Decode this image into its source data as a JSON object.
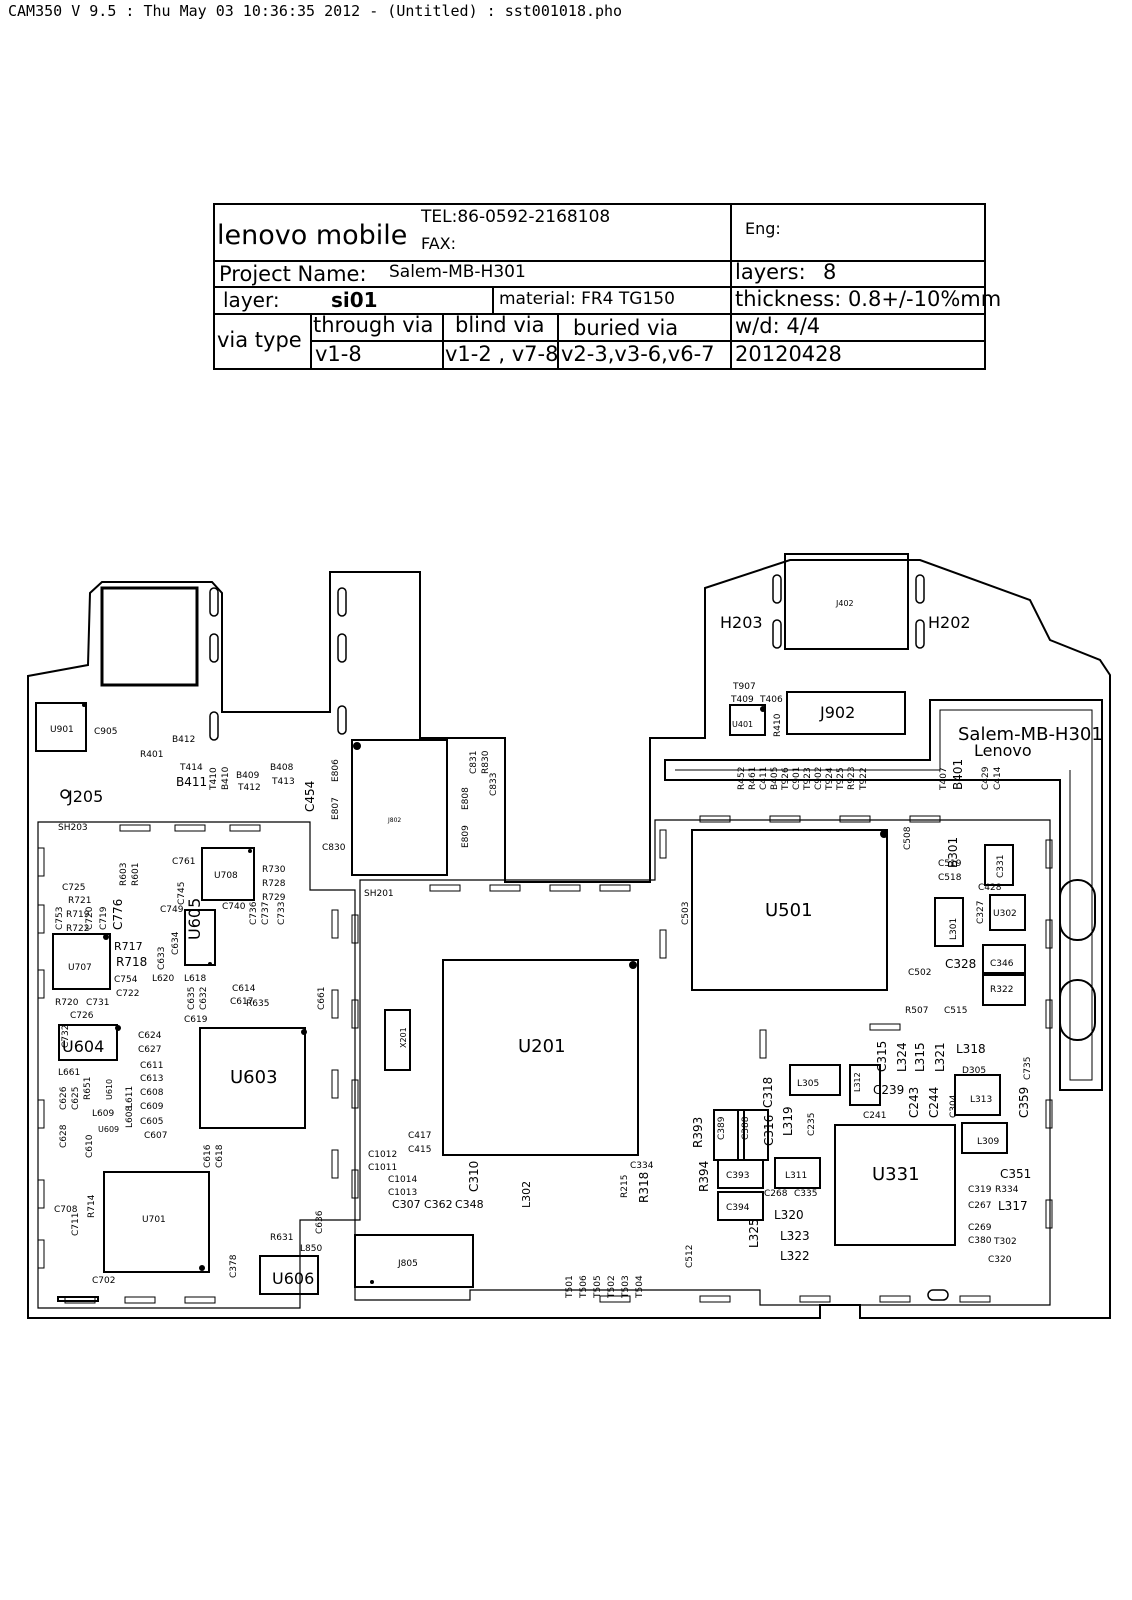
{
  "header": "CAM350 V 9.5 : Thu May 03 10:36:35 2012 - (Untitled) : sst001018.pho",
  "title_block": {
    "company": "lenovo mobile",
    "tel": "TEL:86-0592-2168108",
    "fax": "FAX:",
    "eng": "Eng:",
    "project_label": "Project Name:",
    "project_value": "Salem-MB-H301",
    "layers_label": "layers:",
    "layers_value": "8",
    "layer_label": "layer:",
    "layer_value": "si01",
    "material": "material: FR4 TG150",
    "thickness": "thickness: 0.8+/-10%mm",
    "via_type": "via type",
    "through_via": "through via",
    "blind_via": "blind via",
    "buried_via": "buried via",
    "wd": "w/d: 4/4",
    "through_val": "v1-8",
    "blind_val": "v1-2 , v7-8",
    "buried_val": "v2-3,v3-6,v6-7",
    "date": "20120428"
  },
  "board": {
    "board_name": "Salem-MB-H301",
    "brand": "Lenovo",
    "components": [
      "U201",
      "U501",
      "U331",
      "U603",
      "U604",
      "U605",
      "U606",
      "U701",
      "U707",
      "U708",
      "U901",
      "U401",
      "U302",
      "U610",
      "U609",
      "J205",
      "J402",
      "J902",
      "J802",
      "J805",
      "H202",
      "H203",
      "X201",
      "SH201",
      "SH203",
      "C328",
      "C346",
      "R322",
      "C515",
      "C502",
      "R507",
      "L301",
      "C327",
      "C331",
      "B301",
      "C508",
      "C503",
      "C519",
      "C518",
      "C428",
      "L305",
      "L312",
      "C315",
      "L324",
      "L315",
      "L321",
      "L318",
      "D305",
      "C735",
      "C239",
      "C241",
      "C243",
      "C244",
      "C304",
      "L313",
      "C359",
      "L309",
      "C351",
      "C319",
      "R334",
      "C267",
      "L317",
      "C269",
      "C380",
      "T302",
      "C320",
      "L311",
      "C393",
      "C394",
      "C268",
      "C335",
      "L320",
      "L323",
      "L322",
      "L325",
      "C316",
      "C318",
      "L319",
      "C235",
      "C389",
      "C388",
      "R393",
      "R394",
      "R318",
      "R215",
      "C334",
      "C310",
      "C348",
      "C362",
      "C307",
      "L302",
      "C417",
      "C415",
      "C1012",
      "C1011",
      "C1014",
      "C1013",
      "C512",
      "T501",
      "T506",
      "T505",
      "T502",
      "T503",
      "T504",
      "C454",
      "E806",
      "E807",
      "C830",
      "E808",
      "E809",
      "C831",
      "R830",
      "C833",
      "T907",
      "T409",
      "T406",
      "R410",
      "B401",
      "T407",
      "C411",
      "B405",
      "T926",
      "C901",
      "T923",
      "C902",
      "T924",
      "T925",
      "R923",
      "T922",
      "R452",
      "R461",
      "C429",
      "C414",
      "B412",
      "R401",
      "T414",
      "B411",
      "T410",
      "B410",
      "B409",
      "B408",
      "T413",
      "T412",
      "C905",
      "C725",
      "R721",
      "R719",
      "R722",
      "C753",
      "C720",
      "C719",
      "C776",
      "R603",
      "R601",
      "C761",
      "C745",
      "C749",
      "C740",
      "C736",
      "C737",
      "C733",
      "R730",
      "R728",
      "R729",
      "C633",
      "C634",
      "R717",
      "R718",
      "C754",
      "C722",
      "R720",
      "C731",
      "C726",
      "L620",
      "L618",
      "C614",
      "C617",
      "C635",
      "C632",
      "C619",
      "C732",
      "C624",
      "C627",
      "C611",
      "C613",
      "C608",
      "C609",
      "C605",
      "C607",
      "L661",
      "C626",
      "C625",
      "R651",
      "C628",
      "L611",
      "L608",
      "L609",
      "C610",
      "C616",
      "C618",
      "C708",
      "C711",
      "R714",
      "C702",
      "C378",
      "R631",
      "L850",
      "C636",
      "C661",
      "R635"
    ]
  }
}
